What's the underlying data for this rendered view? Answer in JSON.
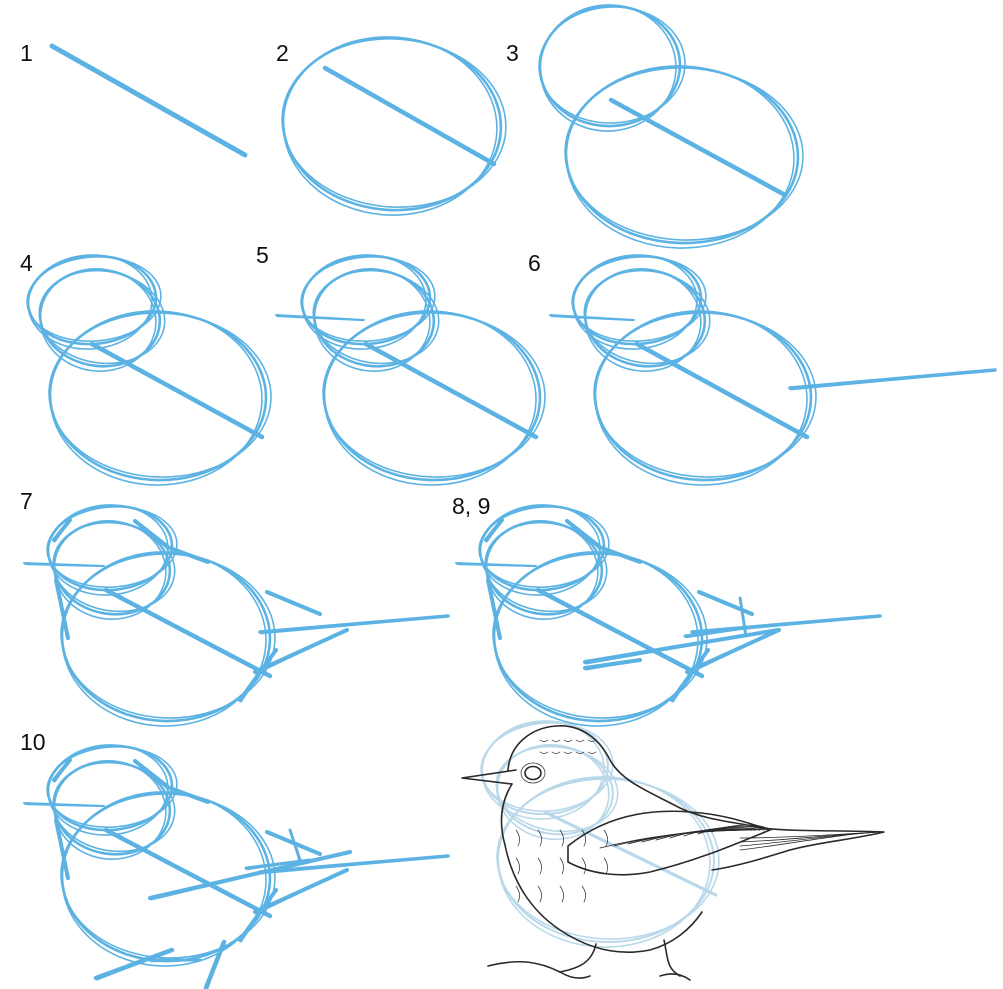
{
  "colors": {
    "guide": "#5cb3e3",
    "ink": "#2a2a2a",
    "guide_faded": "#b9d8ea",
    "background": "#ffffff"
  },
  "steps": [
    {
      "label": "1"
    },
    {
      "label": "2"
    },
    {
      "label": "3"
    },
    {
      "label": "4"
    },
    {
      "label": "5"
    },
    {
      "label": "6"
    },
    {
      "label": "7"
    },
    {
      "label": "8, 9"
    },
    {
      "label": "10"
    }
  ]
}
